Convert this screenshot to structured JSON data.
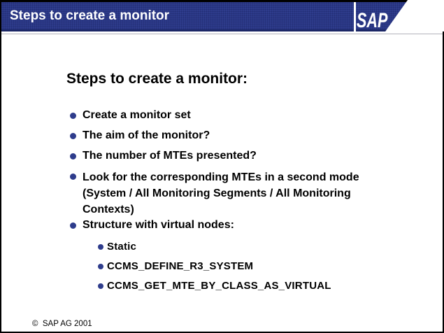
{
  "header": {
    "title": "Steps to create a monitor",
    "logo_text": "SAP"
  },
  "content": {
    "heading": "Steps to create a monitor:",
    "bullets": [
      {
        "level": 1,
        "text": "Create a monitor set"
      },
      {
        "level": 1,
        "text": "The aim of the monitor?"
      },
      {
        "level": 1,
        "text": "The number of MTEs presented?"
      },
      {
        "level": 1,
        "text": "Look for the corresponding MTEs in a second mode\n(System / All Monitoring Segments / All Monitoring\nContexts)"
      },
      {
        "level": 1,
        "text": "Structure with virtual nodes:"
      },
      {
        "level": 2,
        "text": "Static"
      },
      {
        "level": 2,
        "text": "CCMS_DEFINE_R3_SYSTEM"
      },
      {
        "level": 2,
        "text": "CCMS_GET_MTE_BY_CLASS_AS_VIRTUAL"
      }
    ]
  },
  "footer": {
    "copyright": "©  SAP AG 2001"
  },
  "colors": {
    "header_navy": "#2e3c8c",
    "header_edge_dark": "#1b2766",
    "bullet_navy": "#2e3c8c",
    "title_text": "#ffffff",
    "body_text": "#000000",
    "frame": "#000000"
  }
}
